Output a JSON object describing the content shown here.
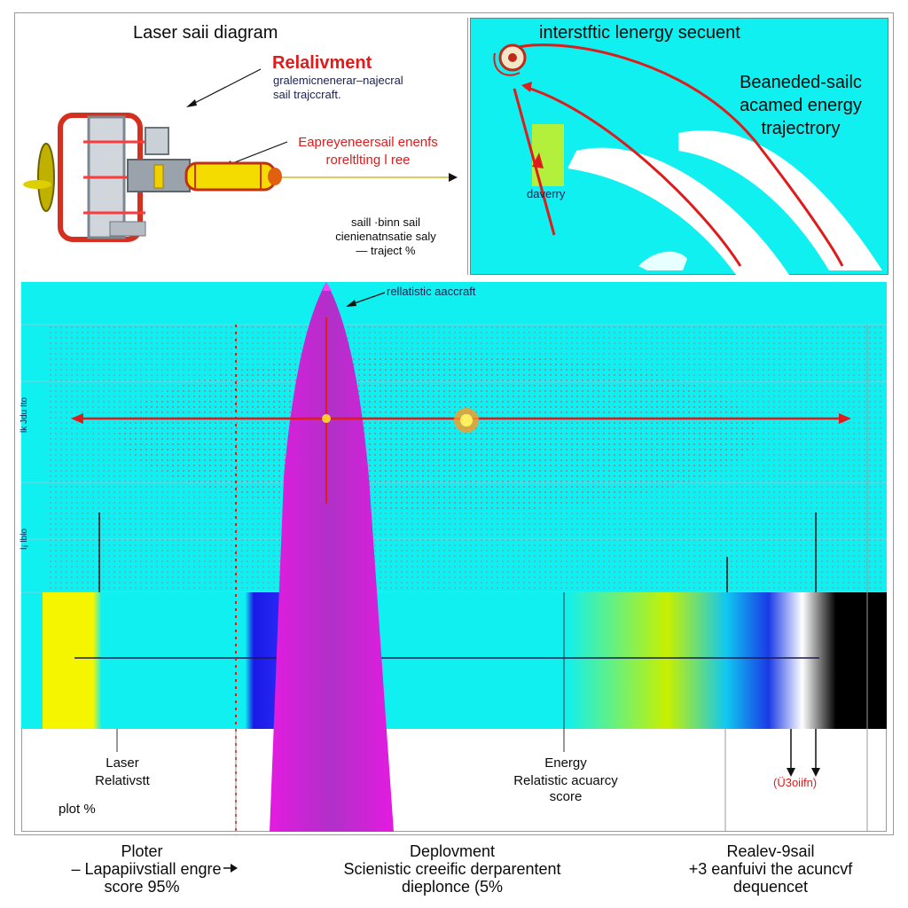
{
  "top_left_panel": {
    "title": "Laser saii diagram",
    "label_red_1": "Relalivment",
    "label_sub_1_line1": "gralemicnenerar–najecral",
    "label_sub_1_line2": "sail trajccraft.",
    "label_red_2_line1": "Eapreyeneersail enenfs",
    "label_red_2_line2": "roreltlting l ree",
    "label_bottom_line1": "saill ·binn sail",
    "label_bottom_line2": "cienienatnsatie saly",
    "label_bottom_line3": "— traject %"
  },
  "top_right_panel": {
    "title": "interstftic lenergy secuent",
    "side_line1": "Beaneded-sailc",
    "side_line2": "acamed energy",
    "side_line3": "trajectrory",
    "small_label": "daverry"
  },
  "main_panel": {
    "spike_label": "rellatistic aaccraft",
    "left_label_1": "lk Jdu Ito",
    "left_label_2": "l¡ lblo",
    "bottom_left_line1": "Laser",
    "bottom_left_line2": "Relativstt",
    "bottom_left_line3": "plot %",
    "bottom_center_line1": "Energy",
    "bottom_center_line2": "Relatistic acuarcy",
    "bottom_center_line3": "score",
    "bottom_right_red": "(Ü3oiifn)"
  },
  "footer": {
    "left_line1": "Ploter",
    "left_line2": "– Lapapiivstiall engre",
    "left_line3": "score 95%",
    "center_line1": "Deplovment",
    "center_line2": "Scienistic creeific derparentent",
    "center_line3": "dieplonce  (5%",
    "right_line1": "Realev-9sail",
    "right_line2": "+3 eanfuivi the acuncvf",
    "right_line3": "dequencet"
  },
  "colors": {
    "cyan": "#10f0f0",
    "red": "#e01b1b",
    "magenta": "#e31be0",
    "yellow": "#f5f500"
  }
}
